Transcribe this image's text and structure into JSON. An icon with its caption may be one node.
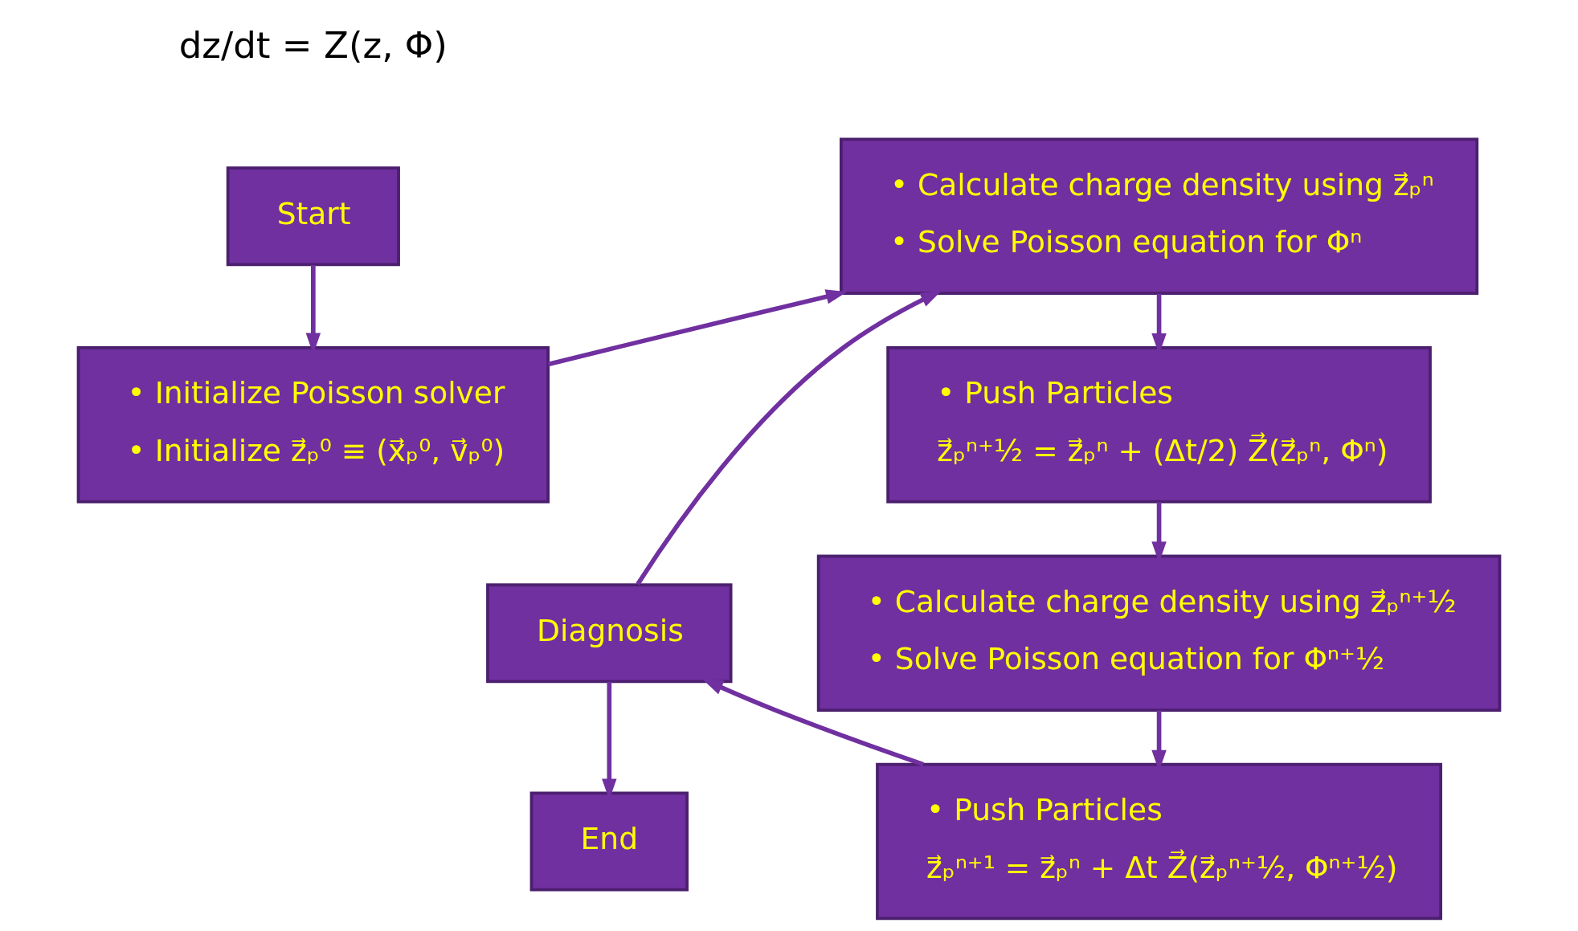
{
  "diagram": {
    "nodes": [
      {
        "text": [
          "Start"
        ]
      },
      {
        "text": [
          "• Initialize Poisson solver",
          "• Initialize z⃗ₚ⁰ ≡ (x⃗ₚ⁰, v⃗ₚ⁰)"
        ]
      },
      {
        "text": [
          "Diagnosis"
        ]
      },
      {
        "text": [
          "End"
        ]
      },
      {
        "text": [
          "• Calculate charge density using z⃗ₚⁿ",
          "• Solve Poisson equation for Φⁿ"
        ]
      },
      {
        "text": [
          "• Push Particles",
          "z⃗ₚⁿ⁺½ = z⃗ₚⁿ + (Δt/2) Z⃗(z⃗ₚⁿ, Φⁿ)"
        ]
      },
      {
        "text": [
          "• Calculate charge density using z⃗ₚⁿ⁺½",
          "• Solve Poisson equation for Φⁿ⁺½"
        ]
      },
      {
        "text": [
          "• Push Particles",
          "z⃗ₚⁿ⁺¹ = z⃗ₚⁿ + Δt Z⃗(z⃗ₚⁿ⁺½, Φⁿ⁺½)"
        ]
      }
    ],
    "edges": [
      {
        "from": 0,
        "to": 1,
        "arrow": "to"
      },
      {
        "from": 1,
        "to": 4,
        "arrow": "to"
      },
      {
        "from": 2,
        "to": 4,
        "arrow": "to"
      },
      {
        "from": 4,
        "to": 5,
        "arrow": "to"
      },
      {
        "from": 5,
        "to": 6,
        "arrow": "to"
      },
      {
        "from": 6,
        "to": 7,
        "arrow": "to"
      },
      {
        "from": 7,
        "to": 2,
        "arrow": "to"
      },
      {
        "from": 2,
        "to": 3,
        "arrow": "to"
      }
    ],
    "labels": [
      "dz/dt = Z(z, Φ)"
    ]
  }
}
